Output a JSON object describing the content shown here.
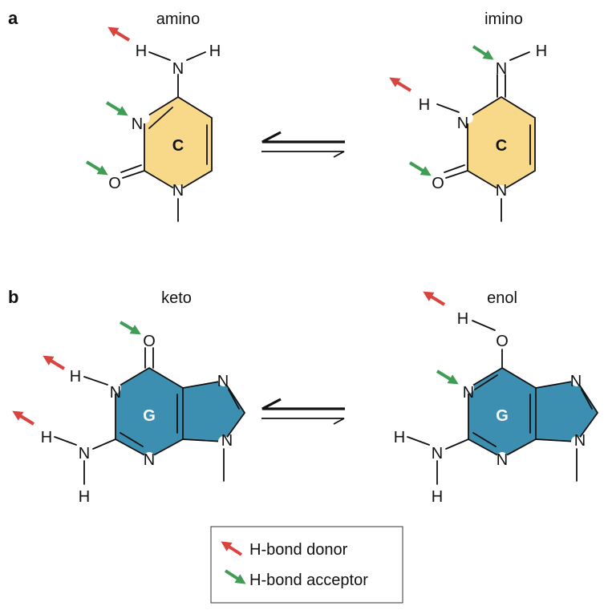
{
  "colors": {
    "donor": "#d9443f",
    "acceptor": "#3f9d55",
    "cytosine_ring": "#f8d98a",
    "guanine_ring": "#3d8fb1",
    "stroke": "#111111"
  },
  "panel_a": {
    "letter": "a",
    "left_label": "amino",
    "right_label": "imino",
    "ring_label": "C"
  },
  "panel_b": {
    "letter": "b",
    "left_label": "keto",
    "right_label": "enol",
    "ring_label": "G"
  },
  "atoms": {
    "H": "H",
    "N": "N",
    "O": "O"
  },
  "legend": {
    "donor_label": "H-bond donor",
    "acceptor_label": "H-bond acceptor"
  }
}
